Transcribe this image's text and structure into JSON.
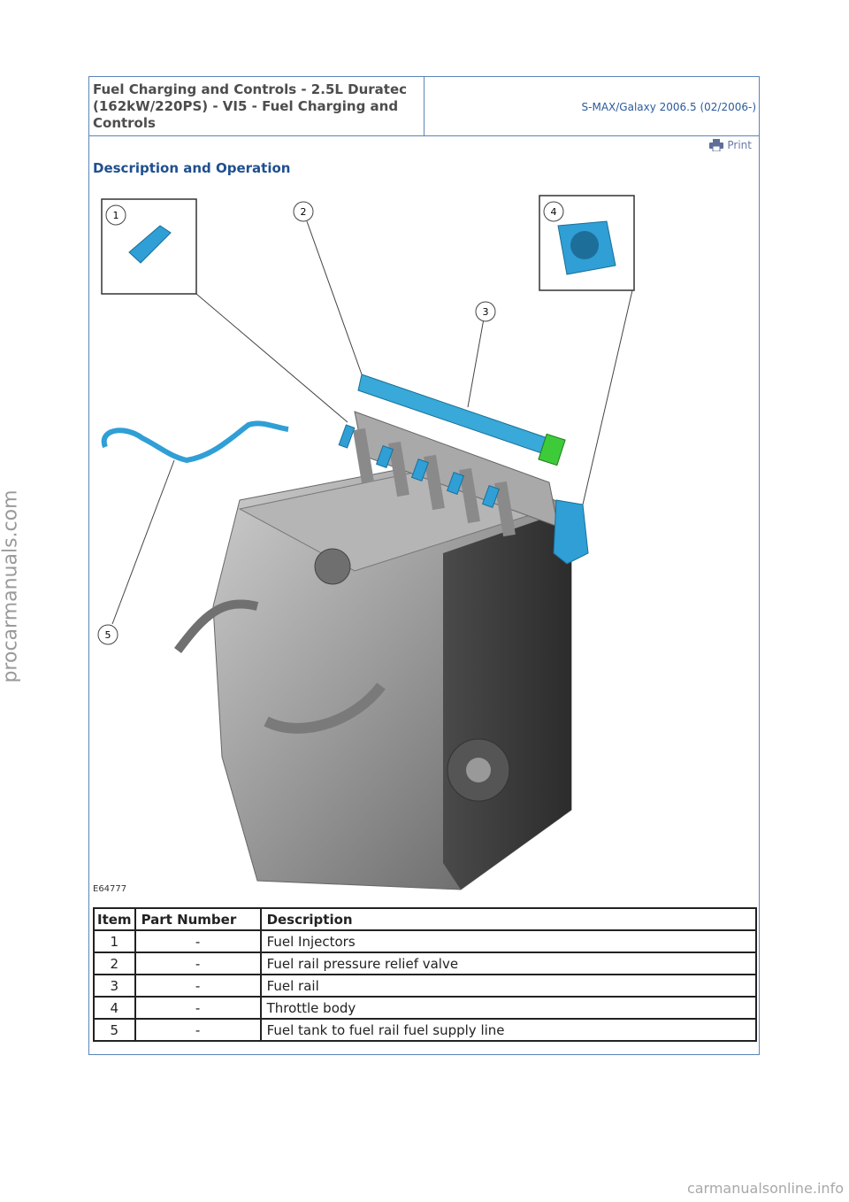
{
  "header": {
    "title": "Fuel Charging and Controls - 2.5L Duratec (162kW/220PS) - VI5 - Fuel Charging and Controls",
    "model": "S-MAX/Galaxy 2006.5 (02/2006-)"
  },
  "print_label": "Print",
  "section_title": "Description and Operation",
  "figure": {
    "code": "E64777",
    "callouts": [
      "1",
      "2",
      "3",
      "4",
      "5"
    ]
  },
  "table": {
    "headers": [
      "Item",
      "Part Number",
      "Description"
    ],
    "rows": [
      [
        "1",
        "-",
        "Fuel Injectors"
      ],
      [
        "2",
        "-",
        "Fuel rail pressure relief valve"
      ],
      [
        "3",
        "-",
        "Fuel rail"
      ],
      [
        "4",
        "-",
        "Throttle body"
      ],
      [
        "5",
        "-",
        "Fuel tank to fuel rail fuel supply line"
      ]
    ]
  },
  "side_watermark": "procarmanuals.com",
  "footer_watermark": "carmanualsonline.info"
}
